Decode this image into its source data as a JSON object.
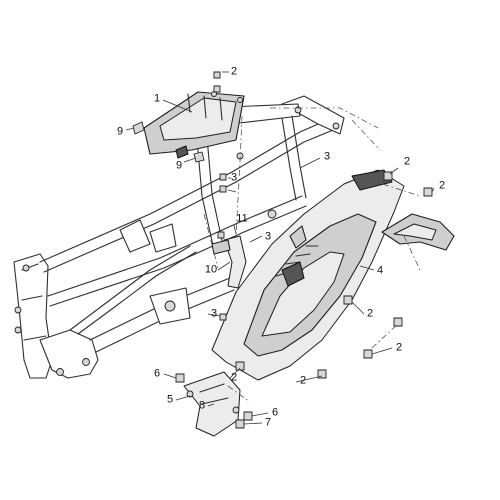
{
  "callouts": [
    {
      "text": "1"
    },
    {
      "text": "2"
    },
    {
      "text": "9"
    },
    {
      "text": "9"
    },
    {
      "text": "3"
    },
    {
      "text": "3"
    },
    {
      "text": "2"
    },
    {
      "text": "2"
    },
    {
      "text": "11"
    },
    {
      "text": "3"
    },
    {
      "text": "10"
    },
    {
      "text": "4"
    },
    {
      "text": "3"
    },
    {
      "text": "2"
    },
    {
      "text": "2"
    },
    {
      "text": "6"
    },
    {
      "text": "2"
    },
    {
      "text": "5"
    },
    {
      "text": "8"
    },
    {
      "text": "2"
    },
    {
      "text": "6"
    },
    {
      "text": "7"
    }
  ]
}
